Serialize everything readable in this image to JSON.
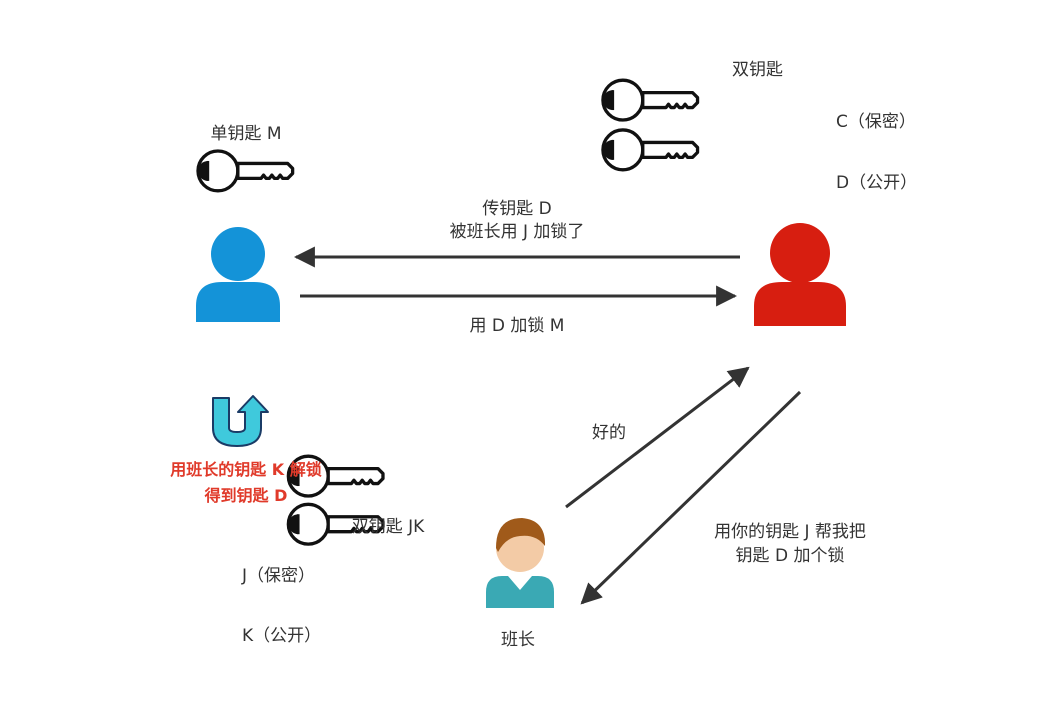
{
  "left_person": {
    "key_label": "单钥匙 M",
    "color": "#1493d8"
  },
  "right_person": {
    "title": "双钥匙",
    "key1_label": "C（保密）",
    "key2_label": "D（公开）",
    "color": "#d71e10"
  },
  "arrows": {
    "top_label_line1": "传钥匙 D",
    "top_label_line2": "被班长用 J 加锁了",
    "bottom_label": "用 D 加锁 M",
    "ok_label": "好的",
    "request_line1": "用你的钥匙 J 帮我把",
    "request_line2": "钥匙 D 加个锁"
  },
  "note": {
    "line1": "用班长的钥匙 K 解锁",
    "line2": "得到钥匙 D",
    "color": "#e03a2a",
    "icon": "u-turn-arrow-icon"
  },
  "monitor": {
    "name": "班长",
    "title": "双钥匙 JK",
    "key1_label": "J（保密）",
    "key2_label": "K（公开）"
  }
}
